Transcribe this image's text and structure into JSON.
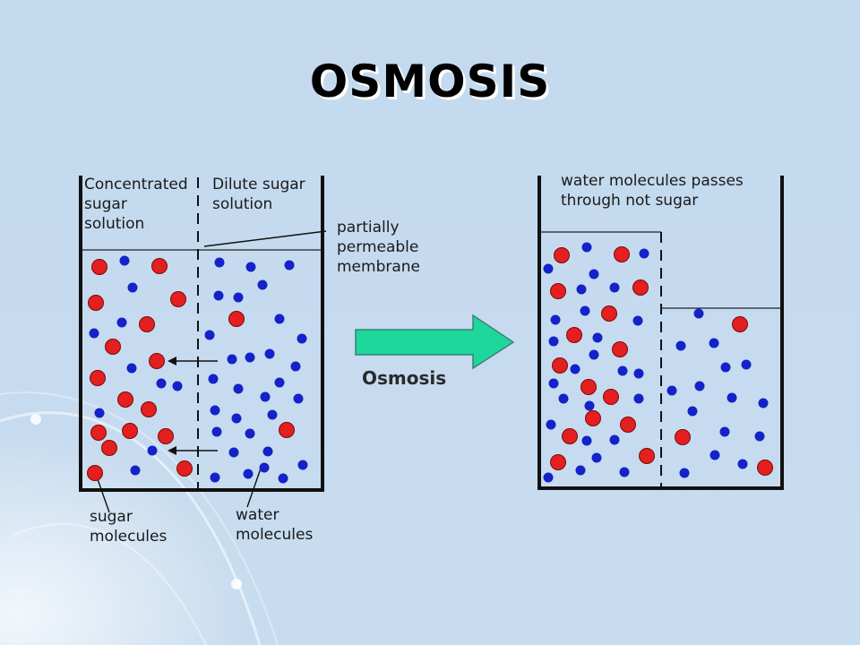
{
  "title": "OSMOSIS",
  "colors": {
    "sugar": "#e41f1f",
    "water": "#1422c8",
    "arrow_fill": "#1ed79a",
    "arrow_stroke": "#3f7e7b",
    "container": "#111111"
  },
  "left_beaker": {
    "label_concentrated": [
      "Concentrated",
      "sugar",
      "solution"
    ],
    "label_dilute": [
      "Dilute sugar",
      "solution"
    ],
    "label_membrane": [
      "partially",
      "permeable",
      "membrane"
    ],
    "label_sugar": [
      "sugar",
      "molecules"
    ],
    "label_water": [
      "water",
      "molecules"
    ]
  },
  "arrow_label": "Osmosis",
  "right_beaker": {
    "label_top": [
      "water molecules passes",
      "through not sugar"
    ]
  }
}
